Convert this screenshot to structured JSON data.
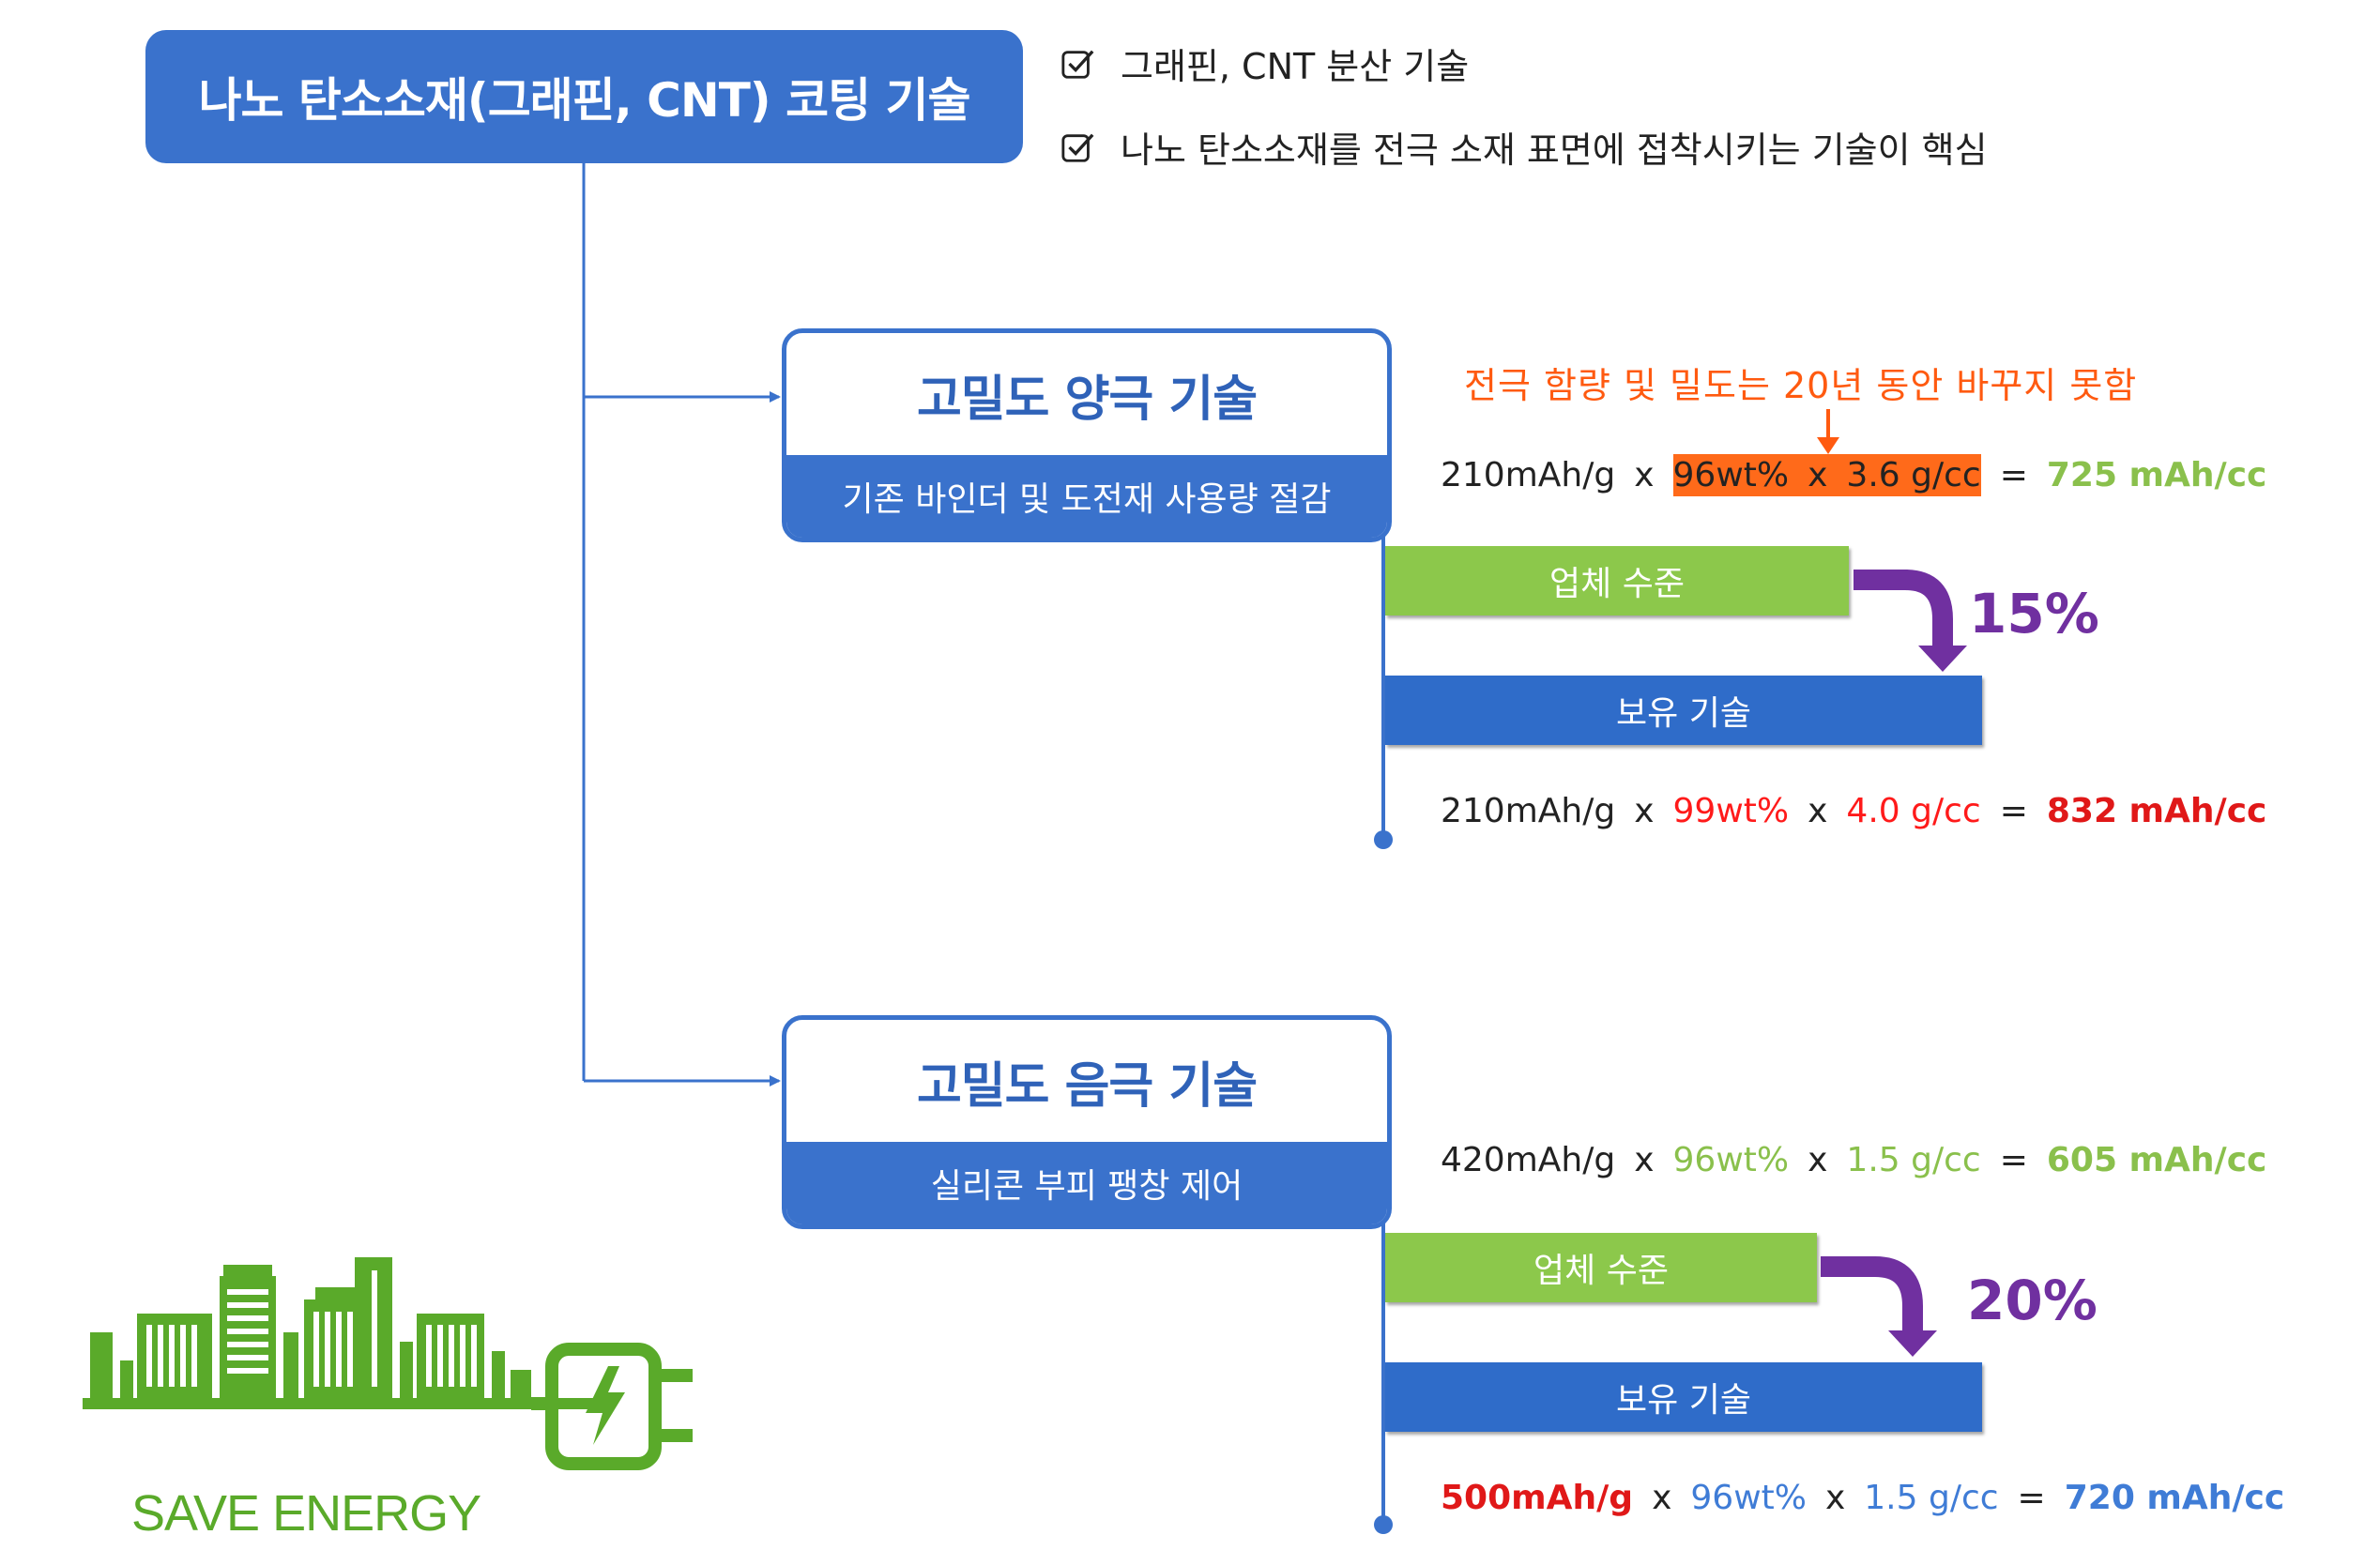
{
  "header": {
    "title": "나노 탄소소재(그래핀, CNT) 코팅 기술",
    "checks": [
      "그래핀, CNT 분산 기술",
      "나노 탄소소재를 전극 소재 표면에 접착시키는 기술이 핵심"
    ]
  },
  "cathode": {
    "title": "고밀도 양극 기술",
    "subtitle": "기존 바인더 및 도전재 사용량 절감",
    "note": "전극 함량 및 밀도는 20년 동안 바꾸지 못함",
    "formula_industry": {
      "capacity": "210mAh/g",
      "content": "96wt%",
      "density": "3.6 g/cc",
      "result": "725 mAh/cc"
    },
    "industry_label": "업체 수준",
    "owned_label": "보유 기술",
    "improvement": "15%",
    "formula_owned": {
      "capacity": "210mAh/g",
      "content": "99wt%",
      "density": "4.0 g/cc",
      "result": "832 mAh/cc"
    }
  },
  "anode": {
    "title": "고밀도 음극 기술",
    "subtitle": "실리콘 부피 팽창 제어",
    "formula_industry": {
      "capacity": "420mAh/g",
      "content": "96wt%",
      "density": "1.5 g/cc",
      "result": "605 mAh/cc"
    },
    "industry_label": "업체 수준",
    "owned_label": "보유 기술",
    "improvement": "20%",
    "formula_owned": {
      "capacity": "500mAh/g",
      "content": "96wt%",
      "density": "1.5 g/cc",
      "result": "720 mAh/cc"
    }
  },
  "symbols": {
    "times": "x",
    "equals": "="
  },
  "logo": {
    "text": "SAVE ENERGY"
  },
  "colors": {
    "primary_blue": "#3a72cc",
    "industry_green": "#8cc84b",
    "arrow_purple": "#7030a0",
    "highlight_orange": "#ff6a1a",
    "emphasis_red": "#e01818",
    "logo_green": "#5aaa2a"
  }
}
